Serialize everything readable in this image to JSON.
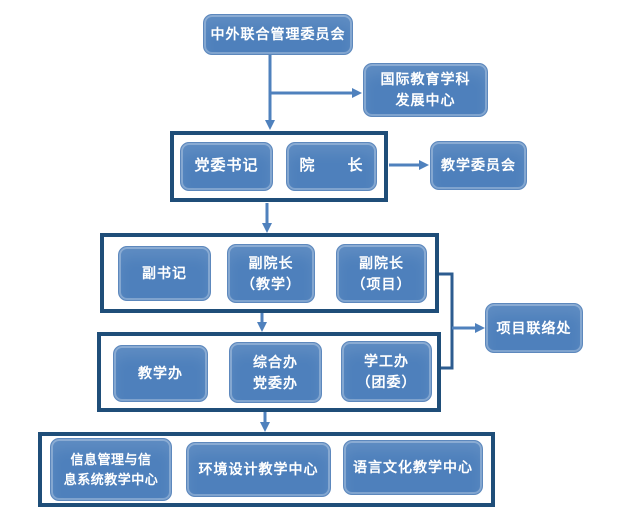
{
  "diagram": {
    "type": "org-chart",
    "colors": {
      "node_fill": "#4e80bc",
      "group_border": "#1f4e79",
      "connector": "#4f81bd",
      "bracket_connector": "#2d5c90",
      "text": "#ffffff",
      "background": "#ffffff"
    },
    "nodes": {
      "joint_committee": "中外联合管理委员会",
      "intl_center": "国际教育学科\n发展中心",
      "party_secretary": "党委书记",
      "dean": "院　　长",
      "teaching_committee": "教学委员会",
      "deputy_secretary": "副书记",
      "vice_dean_teaching": "副院长\n（教学）",
      "vice_dean_project": "副院长\n（项目）",
      "project_liaison": "项目联络处",
      "teaching_office": "教学办",
      "general_party_office": "综合办\n党委办",
      "student_office": "学工办\n（团委）",
      "info_center": "信息管理与信\n息系统教学中心",
      "env_center": "环境设计教学中心",
      "lang_center": "语言文化教学中心"
    }
  }
}
